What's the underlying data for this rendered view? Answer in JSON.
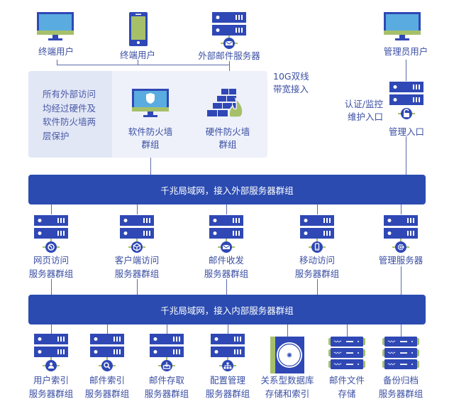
{
  "top": {
    "nodes": [
      {
        "id": "end-user-pc",
        "label": "终端用户",
        "icon": "desktop-monitor-icon"
      },
      {
        "id": "end-user-mobile",
        "label": "终端用户",
        "icon": "mobile-phone-icon"
      },
      {
        "id": "external-mail-server",
        "label": "外部邮件服务器",
        "icon": "server-mail-icon"
      },
      {
        "id": "admin-user",
        "label": "管理员用户",
        "icon": "desktop-monitor-icon"
      }
    ]
  },
  "firewall": {
    "note": "所有外部访问\n均经过硬件及\n软件防火墙两\n层保护",
    "software": {
      "label_line1": "软件防火墙",
      "label_line2": "群组",
      "icon": "shield-monitor-icon"
    },
    "hardware": {
      "label_line1": "硬件防火墙",
      "label_line2": "群组",
      "icon": "brick-wall-fire-icon"
    },
    "bandwidth_line1": "10G双线",
    "bandwidth_line2": "带宽接入"
  },
  "admin_entry": {
    "label": "管理入口",
    "side_note_line1": "认证/监控",
    "side_note_line2": "维护入口",
    "icon": "server-lock-icon"
  },
  "buses": {
    "external": "千兆局域网，接入外部服务器群组",
    "internal": "千兆局域网，接入内部服务器群组"
  },
  "external_servers": [
    {
      "line1": "网页访问",
      "line2": "服务器群组",
      "badge": "globe"
    },
    {
      "line1": "客户端访问",
      "line2": "服务器群组",
      "badge": "cube"
    },
    {
      "line1": "邮件收发",
      "line2": "服务器群组",
      "badge": "mail"
    },
    {
      "line1": "移动访问",
      "line2": "服务器群组",
      "badge": "phone"
    },
    {
      "line1": "管理服务器",
      "line2": "",
      "badge": "gear"
    }
  ],
  "internal_servers": [
    {
      "line1": "用户索引",
      "line2": "服务器群组",
      "badge": "user"
    },
    {
      "line1": "邮件索引",
      "line2": "服务器群组",
      "badge": "search"
    },
    {
      "line1": "邮件存取",
      "line2": "服务器群组",
      "badge": "download"
    },
    {
      "line1": "配置管理",
      "line2": "服务器群组",
      "badge": "network"
    },
    {
      "line1": "关系型数据库",
      "line2": "存储和索引",
      "badge": "disk"
    },
    {
      "line1": "邮件文件",
      "line2": "存储",
      "badge": "rack"
    },
    {
      "line1": "备份归档",
      "line2": "服务器群组",
      "badge": "rack"
    }
  ],
  "colors": {
    "primary_blue": "#2b4bb0",
    "icon_blue": "#2f48b5",
    "screen_blue": "#5aace0",
    "accent_green": "#a6c06a",
    "panel_bg": "#eef1fa",
    "note_bg": "#e2e7f6",
    "line": "#5b6aa8",
    "text": "#3b4fa3"
  }
}
